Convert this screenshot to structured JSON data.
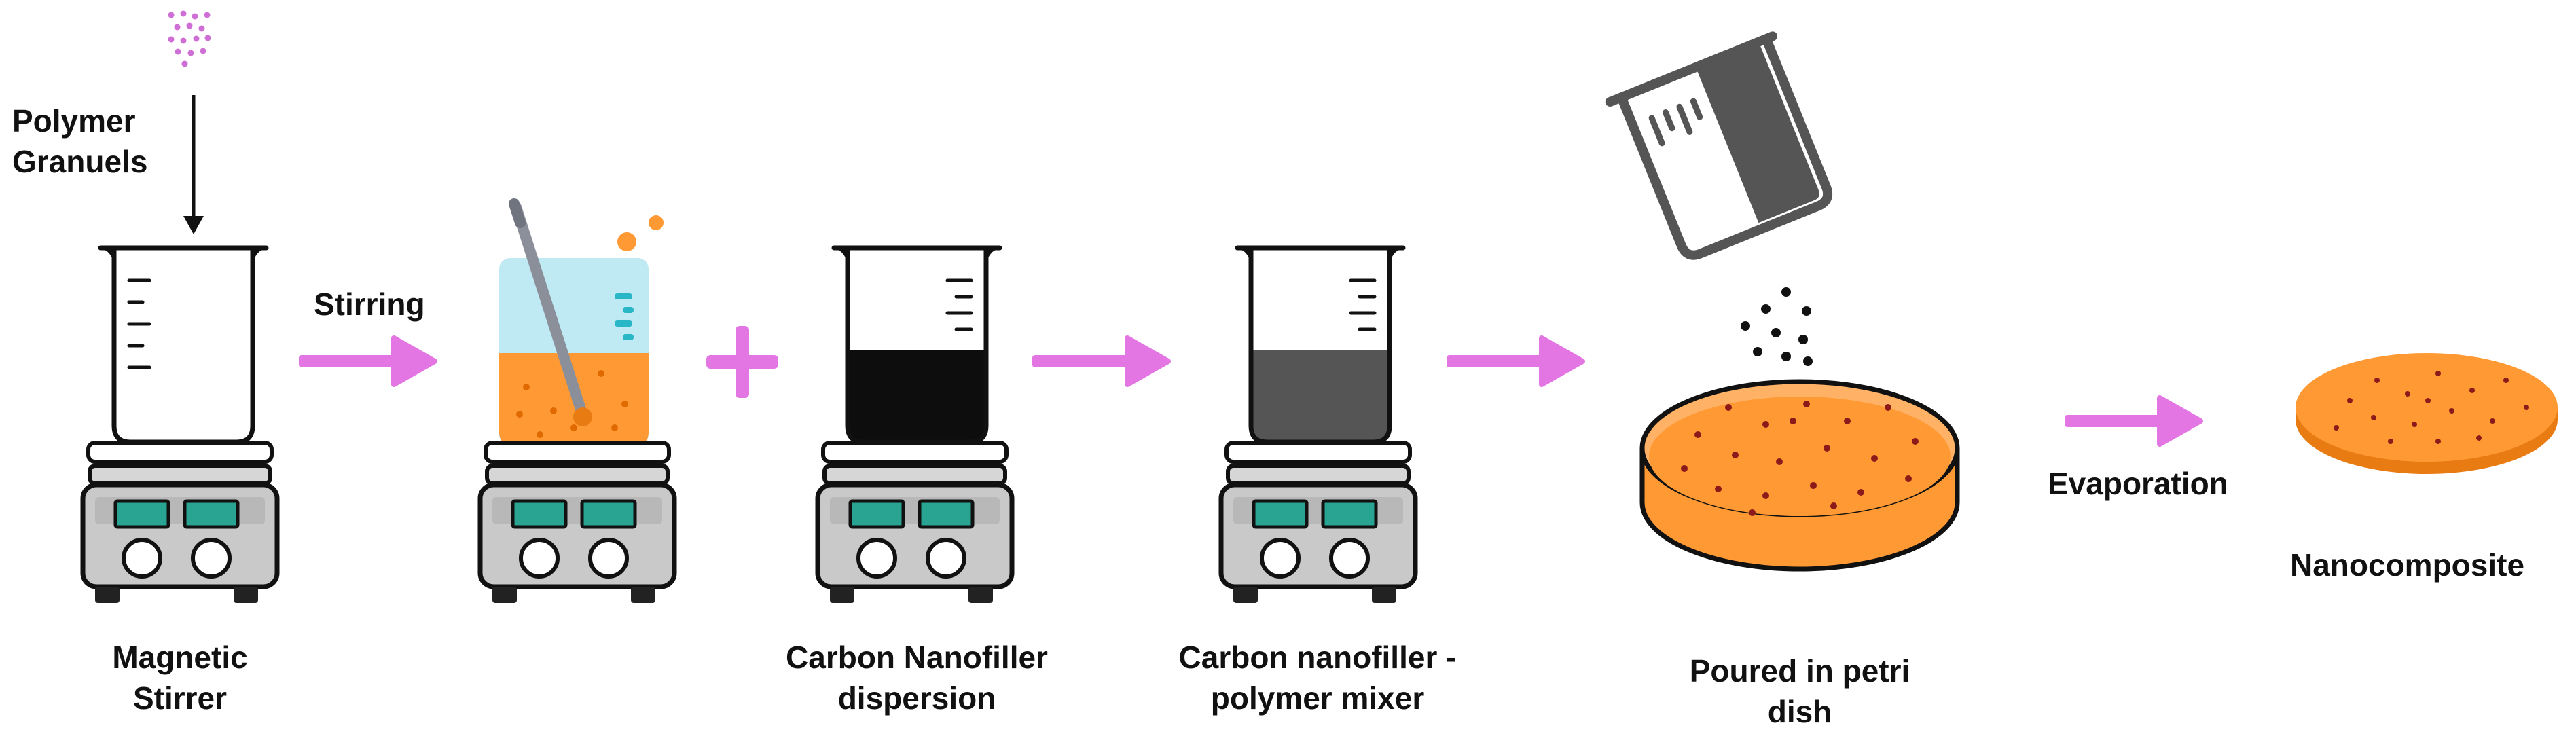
{
  "labels": {
    "polymer_line1": "Polymer",
    "polymer_line2": "Granuels",
    "stirring": "Stirring",
    "magnetic_line1": "Magnetic",
    "magnetic_line2": "Stirrer",
    "dispersion_line1": "Carbon Nanofiller",
    "dispersion_line2": "dispersion",
    "mixer_line1": "Carbon nanofiller -",
    "mixer_line2": "polymer mixer",
    "poured_line1": "Poured in petri",
    "poured_line2": "dish",
    "evaporation": "Evaporation",
    "nanocomposite": "Nanocomposite"
  },
  "colors": {
    "arrow": "#e376e3",
    "orange": "#ff9933",
    "orange_dark": "#e87b12",
    "speck": "#8b1a1a",
    "black_liquid": "#0d0d0d",
    "grey_liquid": "#555555",
    "display_green": "#29a392",
    "stirrer_body": "#c9c9c9",
    "glass_blue": "#bfe9f3",
    "granule_pink": "#cf6fd6",
    "outline": "#111111"
  },
  "icons": [
    "beaker-icon",
    "magnetic-stirrer-icon",
    "stir-rod-icon",
    "plus-icon",
    "arrow-icon",
    "petri-dish-icon",
    "pouring-beaker-icon",
    "granules-icon"
  ]
}
